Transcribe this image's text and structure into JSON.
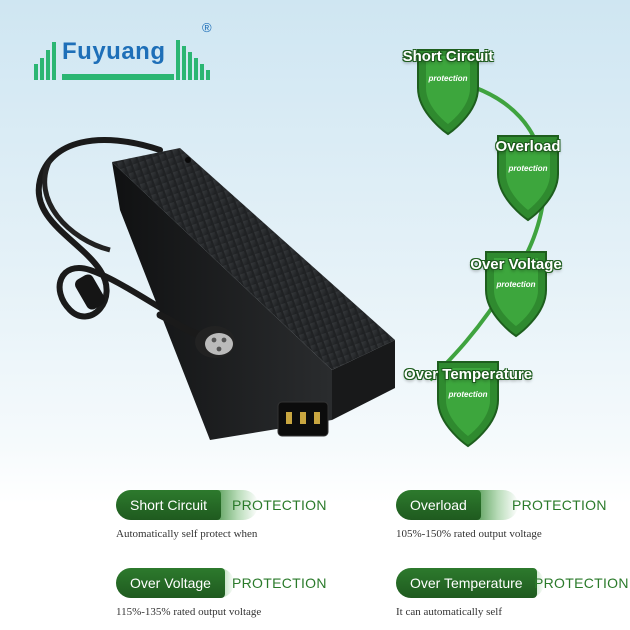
{
  "brand": {
    "name": "Fuyuang",
    "registered_mark": "®"
  },
  "colors": {
    "brand_blue": "#1e6fb8",
    "brand_green": "#2bb673",
    "shield_green": "#2f8a2f",
    "pill_green": "#1f5a1f"
  },
  "badges": [
    {
      "title": "Short Circuit",
      "subtitle": "protection"
    },
    {
      "title": "Overload",
      "subtitle": "protection"
    },
    {
      "title": "Over Voltage",
      "subtitle": "protection"
    },
    {
      "title": "Over Temperature",
      "subtitle": "protection"
    }
  ],
  "features": [
    {
      "label": "Short Circuit",
      "suffix": "PROTECTION",
      "description": "Automatically self protect when"
    },
    {
      "label": "Overload",
      "suffix": "PROTECTION",
      "description": "105%-150% rated output voltage"
    },
    {
      "label": "Over Voltage",
      "suffix": "PROTECTION",
      "description": "115%-135% rated output voltage"
    },
    {
      "label": "Over Temperature",
      "suffix": "PROTECTION",
      "description": "It can automatically self"
    }
  ]
}
